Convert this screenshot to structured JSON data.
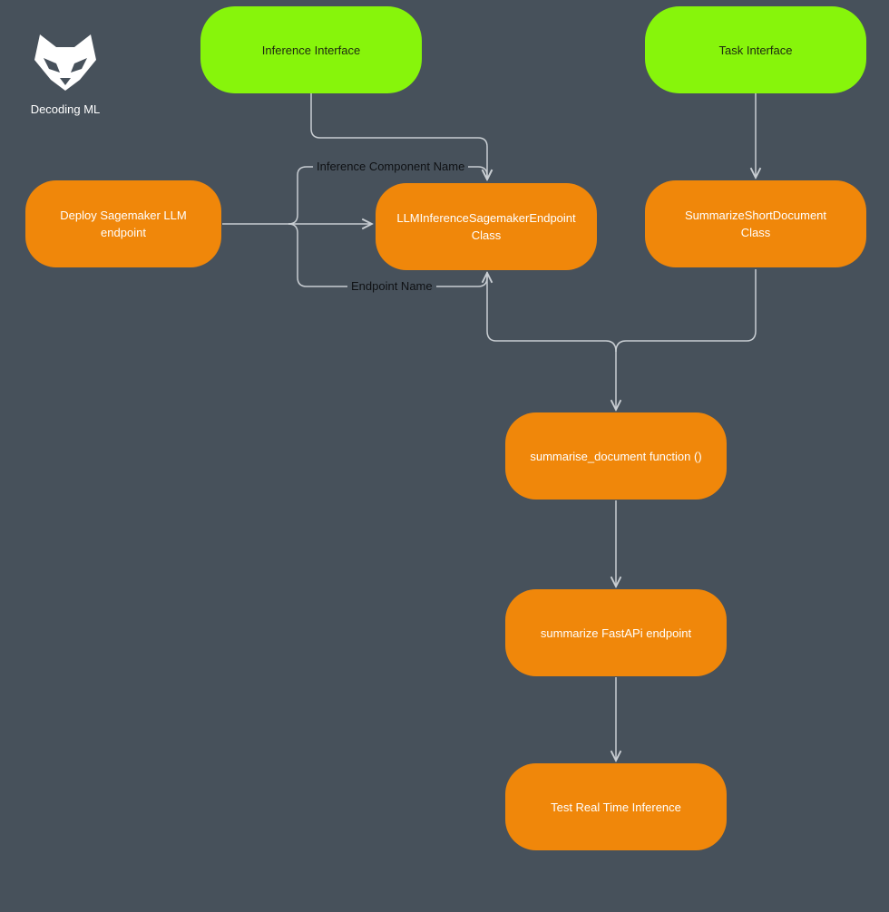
{
  "brand": {
    "name": "Decoding ML",
    "logo_icon": "fox-icon"
  },
  "nodes": {
    "inference_interface": "Inference Interface",
    "task_interface": "Task Interface",
    "deploy_endpoint": "Deploy Sagemaker LLM endpoint",
    "llm_class": "LLMInferenceSagemakerEndpoint Class",
    "summarize_class": "SummarizeShortDocument Class",
    "summarise_function": "summarise_document function ()",
    "fastapi_endpoint": "summarize FastAPi endpoint",
    "test_inference": "Test Real Time Inference"
  },
  "edge_labels": {
    "inference_component": "Inference Component Name",
    "endpoint_name": "Endpoint Name"
  },
  "colors": {
    "background": "#47515b",
    "interface_node": "#87f50b",
    "process_node": "#f0870a",
    "connector": "#c9ced3"
  }
}
